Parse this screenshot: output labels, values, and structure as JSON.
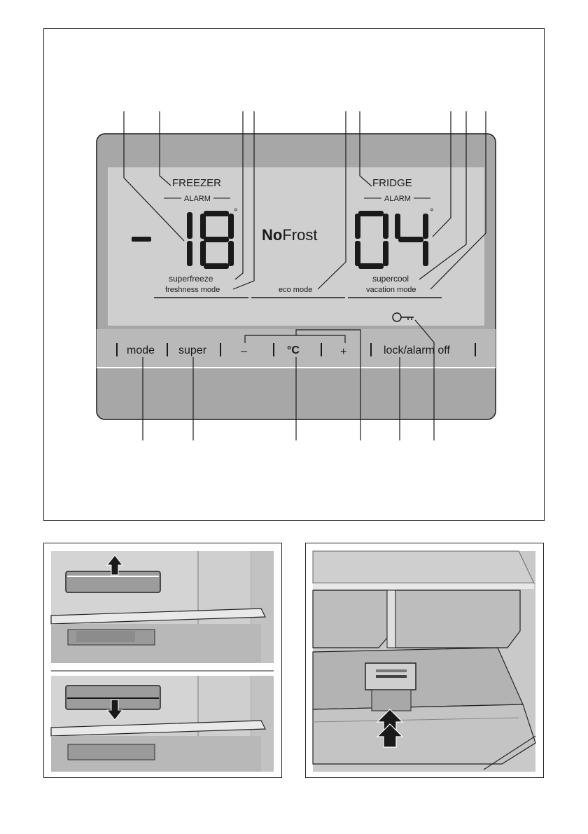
{
  "display": {
    "freezer_label": "FREEZER",
    "freezer_alarm": "ALARM",
    "freezer_minus": "-",
    "freezer_temp": "18",
    "fridge_label": "FRIDGE",
    "fridge_alarm": "ALARM",
    "fridge_temp": "04",
    "degree_symbol": "°",
    "nofrost_bold": "No",
    "nofrost_regular": "Frost",
    "superfreeze": "superfreeze",
    "freshness_mode": "freshness mode",
    "eco_mode": "eco mode",
    "supercool": "supercool",
    "vacation_mode": "vacation mode"
  },
  "buttons": {
    "mode": "mode",
    "super": "super",
    "minus": "–",
    "celsius": "°C",
    "plus": "+",
    "lock_alarm_off": "lock/alarm off"
  },
  "colors": {
    "panel": "#a7a7a7",
    "screen": "#cfcfcf",
    "button_strip": "#b9b9b9",
    "line": "#1a1a1a"
  },
  "icons": {
    "lock": "key-icon",
    "arrow_up": "arrow-up-icon",
    "arrow_down": "arrow-down-icon"
  }
}
